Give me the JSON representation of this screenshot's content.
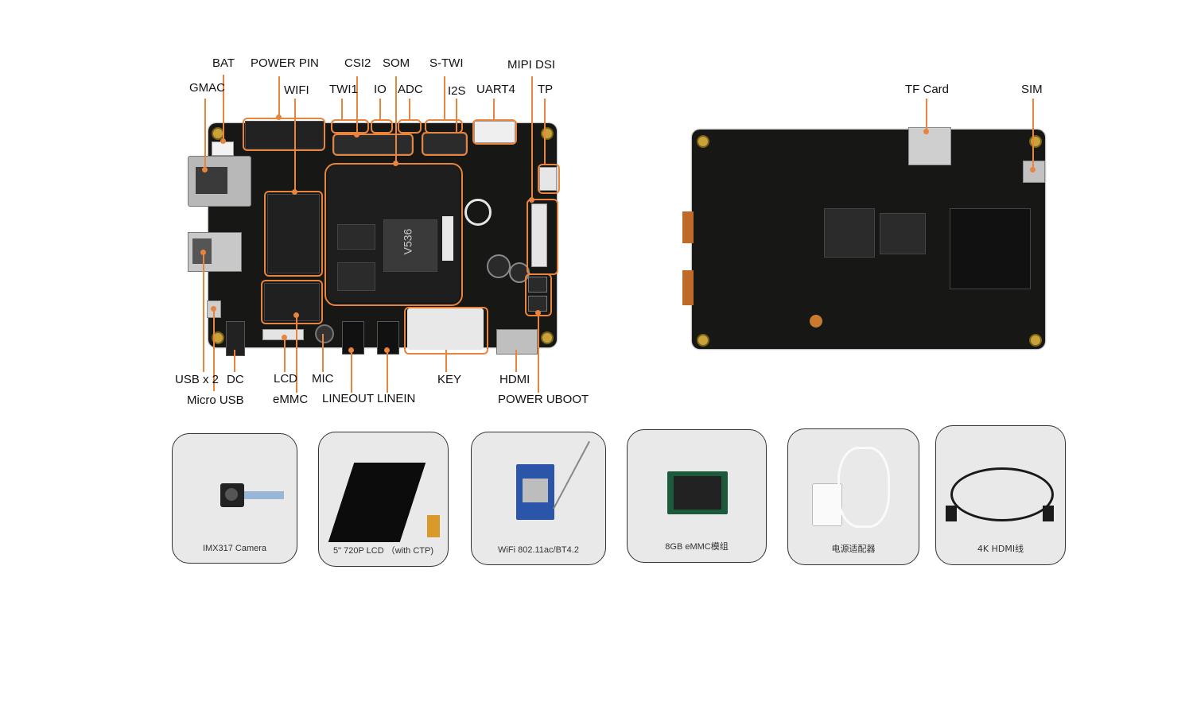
{
  "front_labels": {
    "bat": "BAT",
    "power_pin": "POWER PIN",
    "csi2": "CSI2",
    "som": "SOM",
    "s_twi": "S-TWI",
    "mipi_dsi": "MIPI DSI",
    "gmac": "GMAC",
    "wifi": "WIFI",
    "twi1": "TWI1",
    "io": "IO",
    "adc": "ADC",
    "i2s": "I2S",
    "uart4": "UART4",
    "tp": "TP",
    "usb_x2": "USB x 2",
    "dc": "DC",
    "micro_usb": "Micro USB",
    "lcd": "LCD",
    "mic": "MIC",
    "emmc": "eMMC",
    "lineout": "LINEOUT",
    "linein": "LINEIN",
    "key": "KEY",
    "hdmi": "HDMI",
    "power_uboot": "POWER UBOOT"
  },
  "back_labels": {
    "tf_card": "TF Card",
    "sim": "SIM"
  },
  "board_silkscreen": {
    "soc": "V536"
  },
  "accessories": [
    {
      "caption": "IMX317 Camera",
      "icon": "camera-module-icon"
    },
    {
      "caption": "5\" 720P LCD （with CTP)",
      "icon": "lcd-panel-icon"
    },
    {
      "caption": "WiFi 802.11ac/BT4.2",
      "icon": "wifi-module-icon"
    },
    {
      "caption": "8GB eMMC模组",
      "icon": "emmc-module-icon"
    },
    {
      "caption": "电源适配器",
      "icon": "power-adapter-icon"
    },
    {
      "caption": "4K HDMI线",
      "icon": "hdmi-cable-icon"
    }
  ],
  "colors": {
    "accent": "#e8843c",
    "board": "#171716",
    "pad": "#c9a33a"
  }
}
